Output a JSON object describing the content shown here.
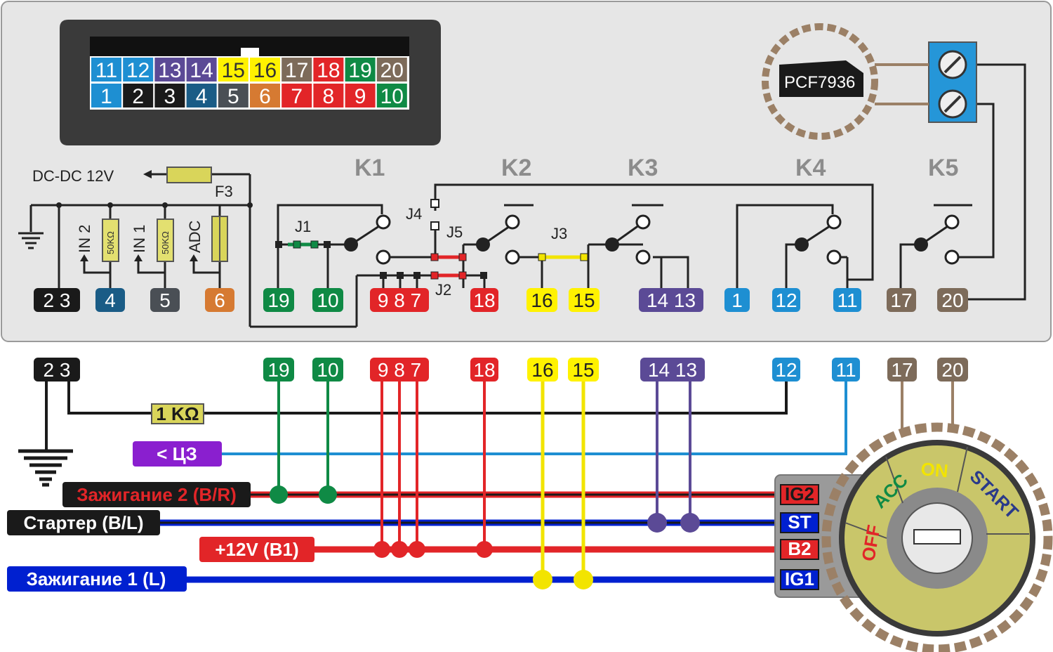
{
  "connector": {
    "top_row": [
      {
        "label": "11",
        "color": "#1e8fd2"
      },
      {
        "label": "12",
        "color": "#1e8fd2"
      },
      {
        "label": "13",
        "color": "#5b4a96"
      },
      {
        "label": "14",
        "color": "#5b4a96"
      },
      {
        "label": "15",
        "color": "#fff200"
      },
      {
        "label": "16",
        "color": "#fff200"
      },
      {
        "label": "17",
        "color": "#7d6b5a"
      },
      {
        "label": "18",
        "color": "#e22528"
      },
      {
        "label": "19",
        "color": "#0f8a45"
      },
      {
        "label": "20",
        "color": "#7d6b5a"
      }
    ],
    "bottom_row": [
      {
        "label": "1",
        "color": "#1e8fd2"
      },
      {
        "label": "2",
        "color": "#1a1a1a"
      },
      {
        "label": "3",
        "color": "#1a1a1a"
      },
      {
        "label": "4",
        "color": "#1a5c86"
      },
      {
        "label": "5",
        "color": "#4a4f55"
      },
      {
        "label": "6",
        "color": "#d67a32"
      },
      {
        "label": "7",
        "color": "#e22528"
      },
      {
        "label": "8",
        "color": "#e22528"
      },
      {
        "label": "9",
        "color": "#e22528"
      },
      {
        "label": "10",
        "color": "#0f8a45"
      }
    ]
  },
  "relays": [
    "K1",
    "K2",
    "K3",
    "K4",
    "K5"
  ],
  "jumpers": [
    "J1",
    "J2",
    "J3",
    "J4",
    "J5"
  ],
  "fuse": "F3",
  "dcdc": "DC-DC 12V",
  "chip": "PCF7936",
  "inputs": {
    "in2": "IN 2",
    "in1": "IN 1",
    "adc": "ADC"
  },
  "resistors": {
    "r_in2": "50KΩ",
    "r_in1": "50KΩ",
    "r_ext": "1 KΩ"
  },
  "upper_pins": {
    "p23": "2 3",
    "p4": "4",
    "p5": "5",
    "p6": "6",
    "p19": "19",
    "p10": "10",
    "p987": "9 8 7",
    "p18": "18",
    "p16": "16",
    "p15": "15",
    "p1413": "14 13",
    "p1": "1",
    "p12": "12",
    "p11": "11",
    "p17": "17",
    "p20": "20"
  },
  "lower_pins": {
    "p23": "2 3",
    "p19": "19",
    "p10": "10",
    "p987": "9 8 7",
    "p18": "18",
    "p16": "16",
    "p15": "15",
    "p1413": "14 13",
    "p12": "12",
    "p11": "11",
    "p17": "17",
    "p20": "20"
  },
  "wires": {
    "lock": "< ЦЗ",
    "ign2": "Зажигание 2 (B/R)",
    "starter": "Стартер (B/L)",
    "b1": "+12V (B1)",
    "ign1": "Зажигание 1 (L)"
  },
  "switch_terms": {
    "ig2": "IG2",
    "st": "ST",
    "b2": "B2",
    "ig1": "IG1"
  },
  "ignition": {
    "off": "OFF",
    "acc": "ACC",
    "on": "ON",
    "start": "START"
  },
  "colors": {
    "blue": "#1e8fd2",
    "purple": "#5b4a96",
    "yellow": "#fff200",
    "brown": "#7d6b5a",
    "red": "#e22528",
    "green": "#0f8a45",
    "black": "#1a1a1a",
    "navy": "#0020d0",
    "violet": "#8a1fcf",
    "olive": "#c9c66a"
  }
}
